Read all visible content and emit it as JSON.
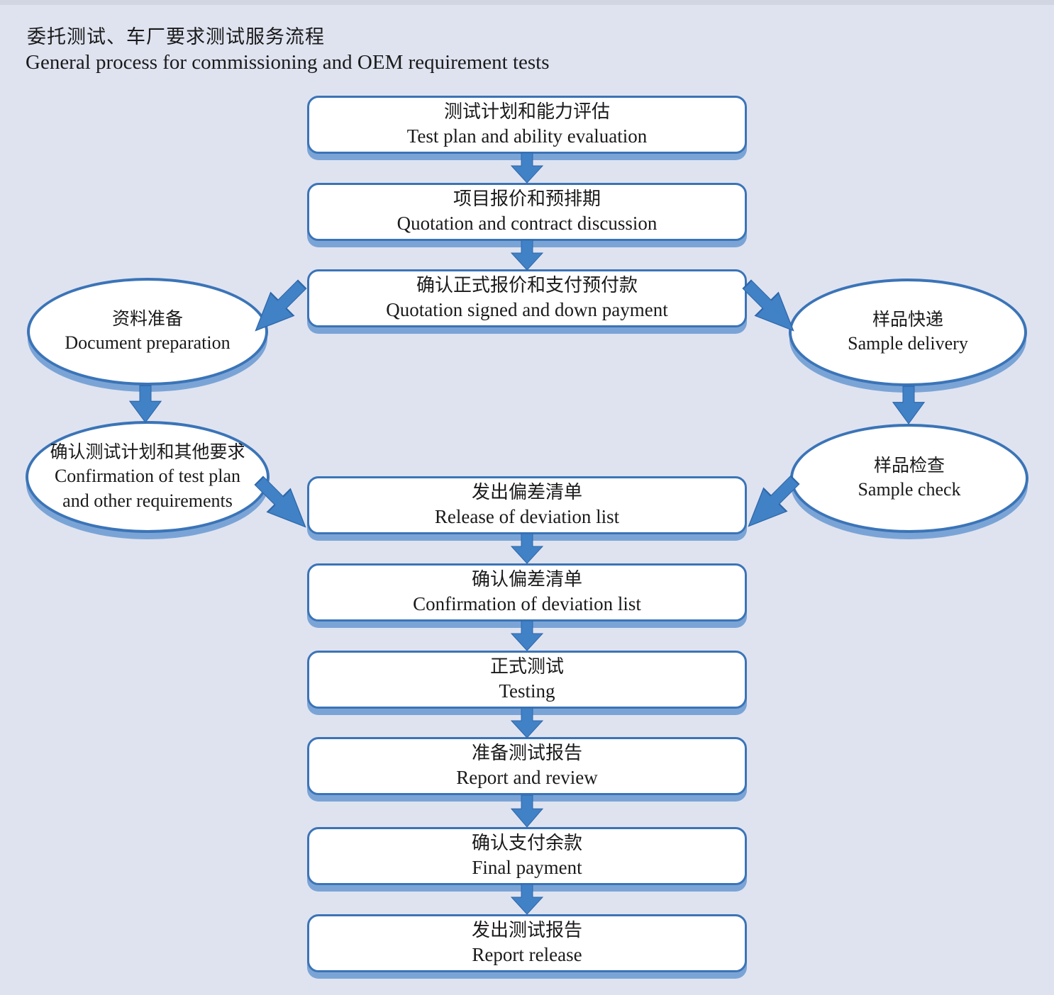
{
  "title": {
    "zh": "委托测试、车厂要求测试服务流程",
    "en": "General process for commissioning and OEM requirement tests"
  },
  "colors": {
    "bg": "#dfe3f0",
    "node_fill": "#ffffff",
    "node_border": "#3b74b7",
    "shadow": "#7ba4d6",
    "arrow_fill": "#4181c6",
    "arrow_edge": "#2e67a9",
    "text": "#1a1a1a"
  },
  "flow": {
    "steps": [
      {
        "zh": "测试计划和能力评估",
        "en": "Test plan and ability evaluation"
      },
      {
        "zh": "项目报价和预排期",
        "en": "Quotation and contract discussion"
      },
      {
        "zh": "确认正式报价和支付预付款",
        "en": "Quotation signed and down payment"
      },
      {
        "zh": "发出偏差清单",
        "en": "Release of deviation list"
      },
      {
        "zh": "确认偏差清单",
        "en": "Confirmation of deviation list"
      },
      {
        "zh": "正式测试",
        "en": "Testing"
      },
      {
        "zh": "准备测试报告",
        "en": "Report and review"
      },
      {
        "zh": "确认支付余款",
        "en": "Final payment"
      },
      {
        "zh": "发出测试报告",
        "en": "Report release"
      }
    ],
    "side_left": [
      {
        "zh": "资料准备",
        "en": "Document preparation"
      },
      {
        "zh": "确认测试计划和其他要求",
        "en": "Confirmation of test plan and other requirements"
      }
    ],
    "side_right": [
      {
        "zh": "样品快递",
        "en": "Sample delivery"
      },
      {
        "zh": "样品检查",
        "en": "Sample check"
      }
    ]
  }
}
